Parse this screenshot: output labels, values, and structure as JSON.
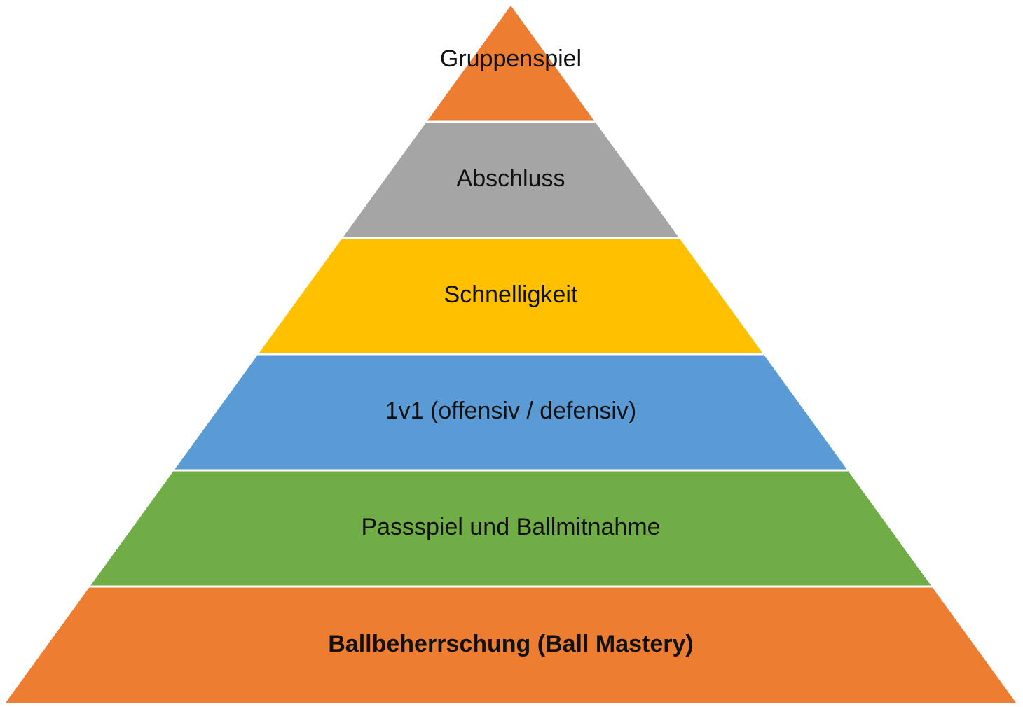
{
  "pyramid": {
    "tiers": [
      {
        "label": "Gruppenspiel",
        "color": "#ED7D31",
        "bold": false
      },
      {
        "label": "Abschluss",
        "color": "#A5A5A5",
        "bold": false
      },
      {
        "label": "Schnelligkeit",
        "color": "#FFC000",
        "bold": false
      },
      {
        "label": "1v1 (offensiv / defensiv)",
        "color": "#5B9BD5",
        "bold": false
      },
      {
        "label": "Passspiel und Ballmitnahme",
        "color": "#70AD47",
        "bold": false
      },
      {
        "label": "Ballbeherrschung (Ball Mastery)",
        "color": "#ED7D31",
        "bold": true
      }
    ],
    "divider_color": "#ffffff"
  }
}
